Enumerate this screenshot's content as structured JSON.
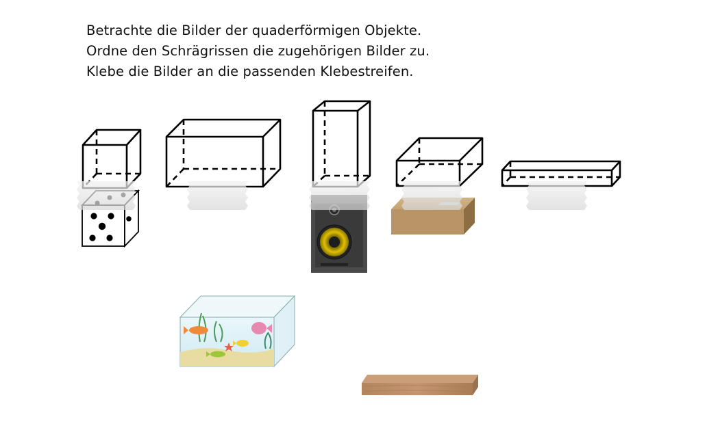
{
  "instructions": {
    "line1": "Betrachte die Bilder der quaderförmigen Objekte.",
    "line2": "Ordne den Schrägrissen die zugehörigen Bilder zu.",
    "line3": "Klebe die Bilder an die passenden Klebestreifen."
  },
  "icons": {
    "dice": "dice-image",
    "speaker": "speaker-image",
    "box": "cardboard-box-image",
    "aquarium": "aquarium-image",
    "plank": "wooden-plank-image",
    "tape": "adhesive-tape"
  },
  "colors": {
    "outline": "#000000",
    "tape": "#e6e6e6",
    "cardboard": "#b8966a",
    "speaker_body": "#444444",
    "speaker_cone": "#d4b400",
    "wood": "#b98b63",
    "water": "#d9f0f8"
  }
}
